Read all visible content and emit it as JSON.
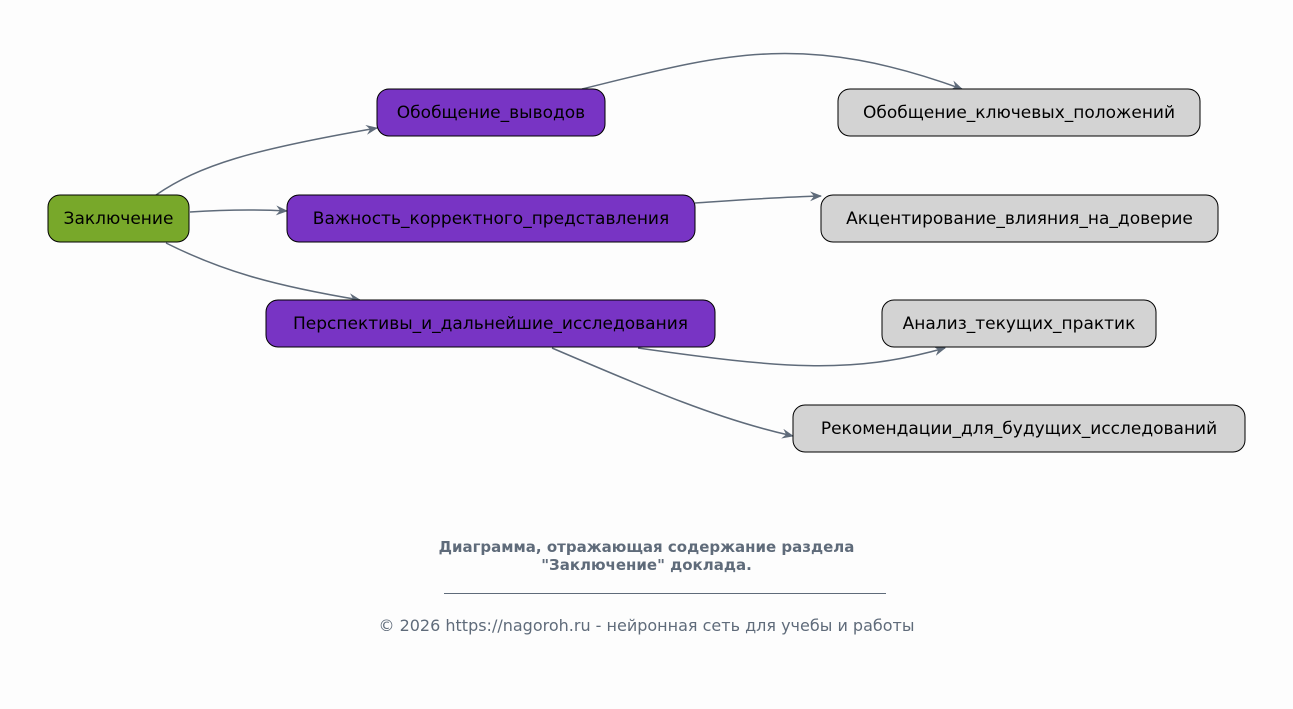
{
  "colors": {
    "root": "#78a82a",
    "level1": "#7834c4",
    "leaf": "#d3d3d3",
    "edge": "#5f6b7a",
    "caption": "#5f6b7a"
  },
  "nodes": {
    "root": "Заключение",
    "l1_a": "Обобщение_выводов",
    "l1_b": "Важность_корректного_представления",
    "l1_c": "Перспективы_и_дальнейшие_исследования",
    "leaf_a": "Обобщение_ключевых_положений",
    "leaf_b": "Акцентирование_влияния_на_доверие",
    "leaf_c": "Анализ_текущих_практик",
    "leaf_d": "Рекомендации_для_будущих_исследований"
  },
  "caption": {
    "line1": "Диаграмма, отражающая содержание раздела",
    "line2": "\"Заключение\" доклада.",
    "footer": "© 2026 https://nagoroh.ru - нейронная сеть для учебы и работы"
  }
}
